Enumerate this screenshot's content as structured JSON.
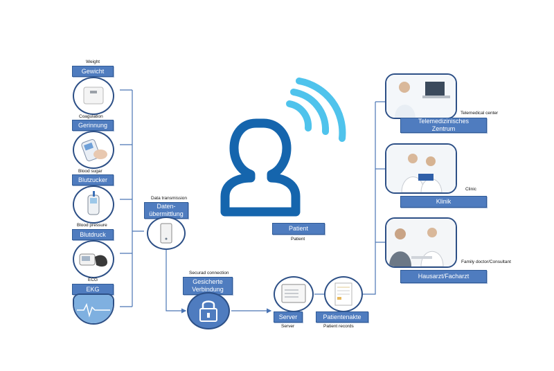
{
  "devices": [
    {
      "caption": "Weight",
      "label": "Gewicht",
      "icon": "scale-icon"
    },
    {
      "caption": "Coagulation",
      "label": "Gerinnung",
      "icon": "coagulation-meter-icon"
    },
    {
      "caption": "Blood sugar",
      "label": "Blutzucker",
      "icon": "glucose-meter-icon"
    },
    {
      "caption": "Blood pressure",
      "label": "Blutdruck",
      "icon": "blood-pressure-monitor-icon"
    },
    {
      "caption": "ECG",
      "label": "EKG",
      "icon": "ecg-device-icon"
    }
  ],
  "transmission": {
    "caption": "Data transmission",
    "label_line1": "Daten-",
    "label_line2": "übermittlung"
  },
  "connection": {
    "caption": "Securad connection",
    "label_line1": "Gesicherte",
    "label_line2": "Verbindung"
  },
  "server": {
    "label": "Server",
    "caption": "Server"
  },
  "records": {
    "label": "Patientenakte",
    "caption": "Patient records"
  },
  "patient": {
    "label": "Patient",
    "caption": "Patient"
  },
  "destinations": [
    {
      "caption": "Telemedical center",
      "label_line1": "Telemedizinisches",
      "label_line2": "Zentrum"
    },
    {
      "caption": "Clinic",
      "label_line1": "Klinik",
      "label_line2": ""
    },
    {
      "caption": "Family doctor/Consultant",
      "label_line1": "Hausarzt/Facharzt",
      "label_line2": ""
    }
  ],
  "colors": {
    "label_fill": "#4f7cbf",
    "outline": "#2c4f86",
    "patient_blue": "#1565ad",
    "signal_blue": "#4fc3ec"
  }
}
